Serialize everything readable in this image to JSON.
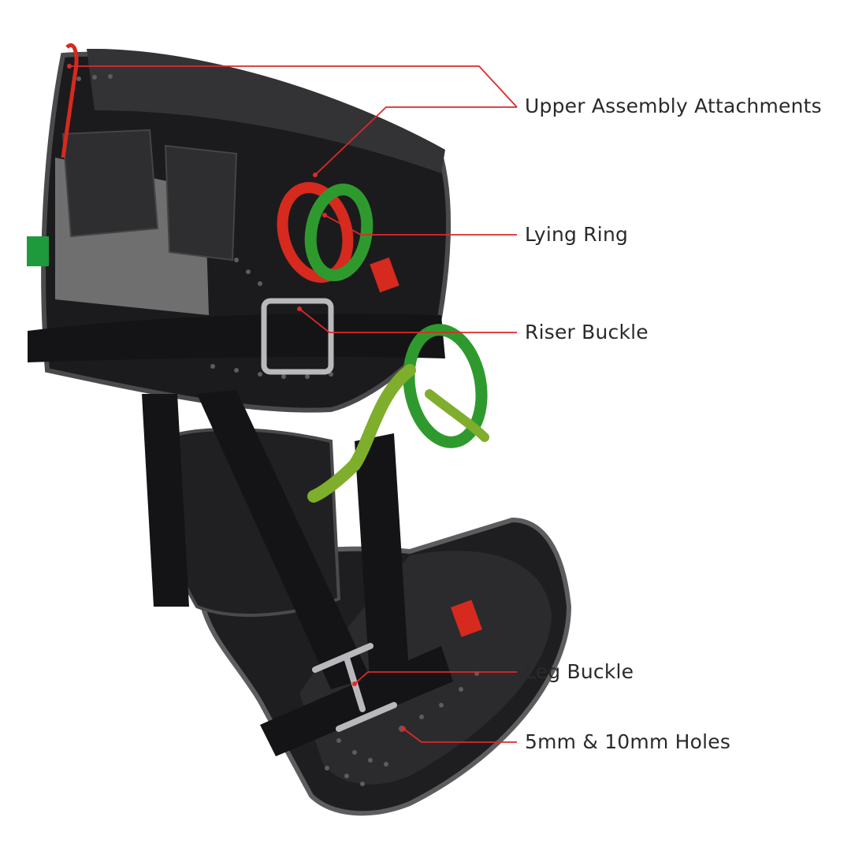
{
  "callouts": {
    "upper_assembly": "Upper Assembly Attachments",
    "lying_ring": "Lying Ring",
    "riser_buckle": "Riser Buckle",
    "leg_buckle": "Leg Buckle",
    "holes": "5mm & 10mm Holes"
  },
  "colors": {
    "harness_black": "#1b1b1d",
    "harness_dark": "#2b2b2e",
    "edge_grey": "#5d5d60",
    "mesh_grey": "#8c8c8c",
    "ring_green": "#2e9a2e",
    "ring_red": "#d62a1f",
    "leader_line": "#e02828",
    "label_text": "#2a2a2a"
  }
}
